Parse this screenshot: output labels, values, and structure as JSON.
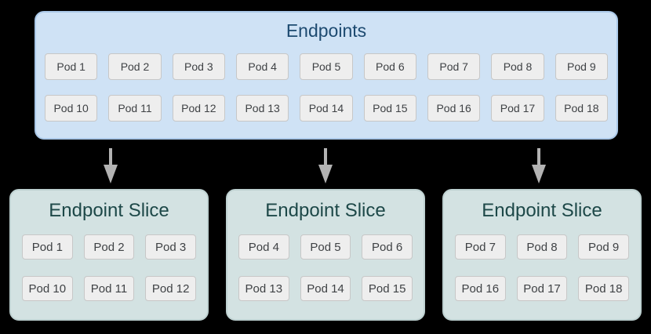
{
  "colors": {
    "background": "#000000",
    "endpoints_box_bg": "#cfe2f5",
    "endpoints_box_border": "#aac8e8",
    "endpoints_title": "#1d4a70",
    "slice_box_bg": "#d3e2e2",
    "slice_box_border": "#bed1d1",
    "slice_title": "#1d4848",
    "pod_bg": "#eeeeee",
    "pod_border": "#c7c7c7",
    "pod_text": "#3f4245",
    "arrow": "#b3b3b3"
  },
  "endpoints": {
    "title": "Endpoints",
    "pods": [
      "Pod 1",
      "Pod 2",
      "Pod 3",
      "Pod 4",
      "Pod 5",
      "Pod 6",
      "Pod 7",
      "Pod 8",
      "Pod 9",
      "Pod 10",
      "Pod 11",
      "Pod 12",
      "Pod 13",
      "Pod 14",
      "Pod 15",
      "Pod 16",
      "Pod 17",
      "Pod 18"
    ]
  },
  "arrows": [
    {
      "icon": "arrow-down"
    },
    {
      "icon": "arrow-down"
    },
    {
      "icon": "arrow-down"
    }
  ],
  "slices": [
    {
      "title": "Endpoint Slice",
      "pods": [
        "Pod 1",
        "Pod 2",
        "Pod 3",
        "Pod 10",
        "Pod 11",
        "Pod 12"
      ]
    },
    {
      "title": "Endpoint Slice",
      "pods": [
        "Pod 4",
        "Pod 5",
        "Pod 6",
        "Pod 13",
        "Pod 14",
        "Pod 15"
      ]
    },
    {
      "title": "Endpoint Slice",
      "pods": [
        "Pod 7",
        "Pod 8",
        "Pod 9",
        "Pod 16",
        "Pod 17",
        "Pod 18"
      ]
    }
  ]
}
